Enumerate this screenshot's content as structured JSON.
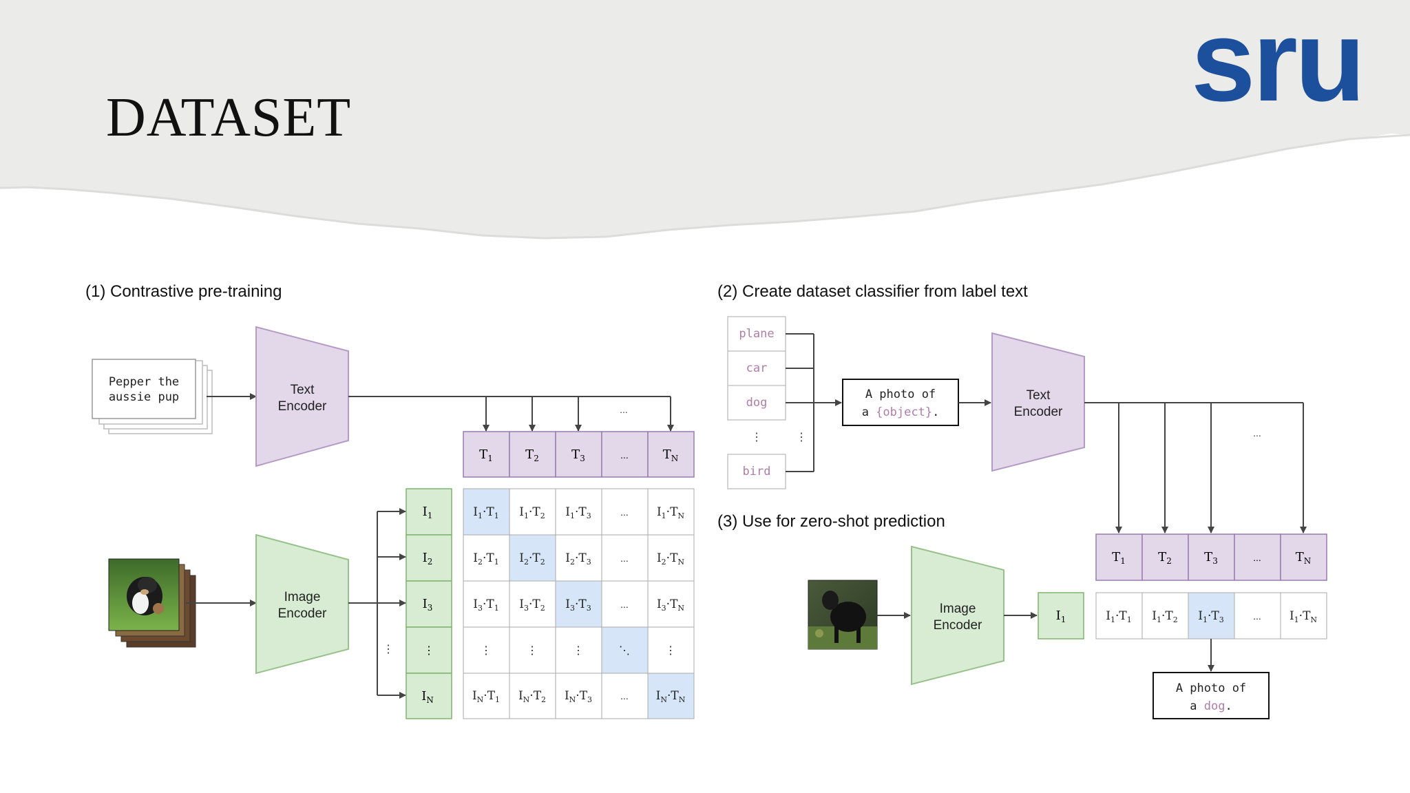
{
  "slide": {
    "title": "DATASET",
    "logo_text": "sru",
    "colors": {
      "header_bg": "#ebebea",
      "logo": "#1c4f9c",
      "text_encoder": "#e3d7ea",
      "image_encoder": "#d8ecd3",
      "highlight_cell": "#d6e5f7",
      "label_text": "#b07ca8"
    }
  },
  "diagram": {
    "section1_title": "(1) Contrastive pre-training",
    "section2_title": "(2) Create dataset classifier from label text",
    "section3_title": "(3) Use for zero-shot prediction",
    "caption_line1": "Pepper the",
    "caption_line2": "aussie pup",
    "text_encoder_line1": "Text",
    "text_encoder_line2": "Encoder",
    "image_encoder_line1": "Image",
    "image_encoder_line2": "Encoder",
    "labels": [
      "plane",
      "car",
      "dog",
      "bird"
    ],
    "vdots": "⋮",
    "ddots": "⋱",
    "ellipsis": "...",
    "prompt_line1": "A photo of",
    "prompt_line2_prefix": "a ",
    "prompt_placeholder": "{object}",
    "prompt_period": ".",
    "result_line1": "A photo of",
    "result_line2_prefix": "a ",
    "result_word": "dog",
    "result_period": "."
  }
}
